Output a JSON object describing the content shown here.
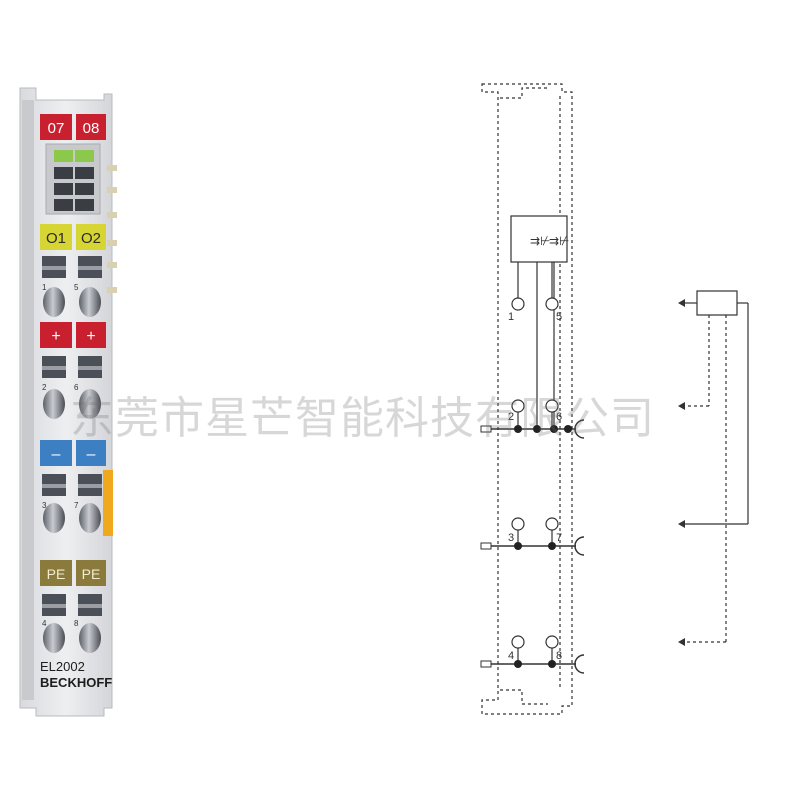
{
  "terminal": {
    "model": "EL2002",
    "brand": "BECKHOFF",
    "top_labels": [
      "07",
      "08"
    ],
    "output_labels": [
      "O1",
      "O2"
    ],
    "plus_labels": [
      "+",
      "+"
    ],
    "minus_labels": [
      "–",
      "–"
    ],
    "pe_labels": [
      "PE",
      "PE"
    ],
    "contact_numbers": {
      "row1": [
        "1",
        "5"
      ],
      "row2": [
        "2",
        "6"
      ],
      "row3": [
        "3",
        "7"
      ],
      "row4": [
        "4",
        "8"
      ]
    },
    "colors": {
      "top_red": "#c8202f",
      "output_yellow": "#d7d534",
      "plus_red": "#c8202f",
      "minus_blue": "#3d7fc3",
      "pe_olive": "#8a7a3c",
      "side_orange": "#f0a81c",
      "led_green": "#8cc84b"
    }
  },
  "diagram": {
    "pins": {
      "p1": "1",
      "p5": "5",
      "p2": "2",
      "p6": "6",
      "p3": "3",
      "p7": "7",
      "p4": "4",
      "p8": "8"
    }
  },
  "watermark": "东莞市星芒智能科技有限公司"
}
